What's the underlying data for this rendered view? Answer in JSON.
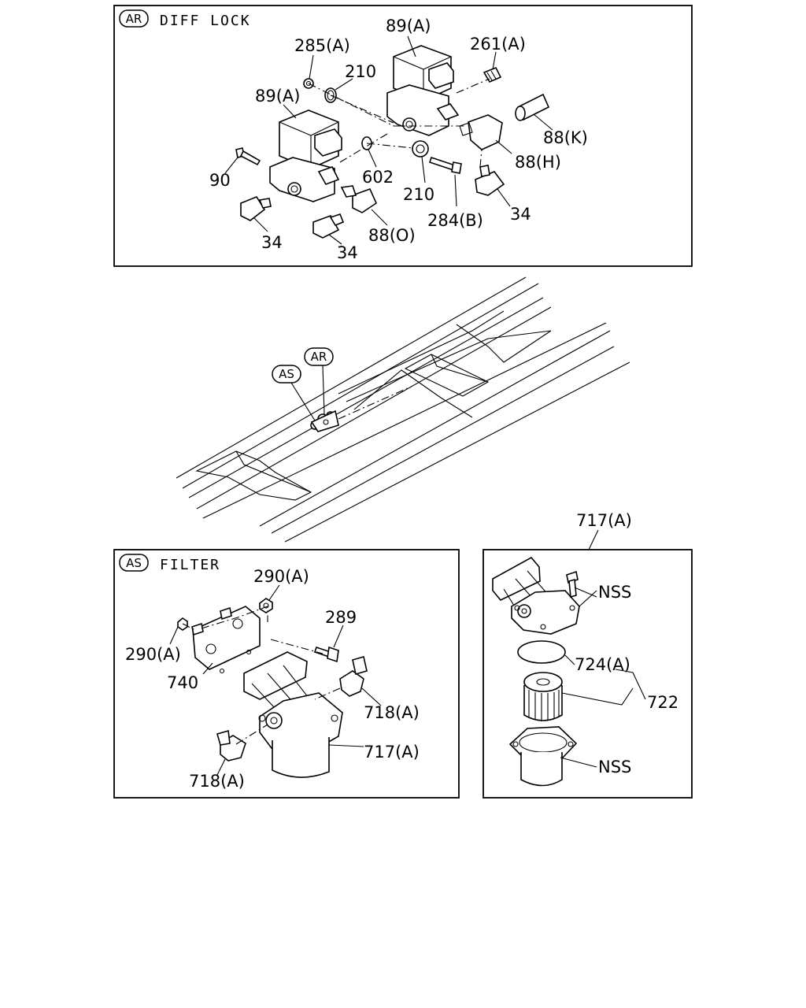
{
  "panels": {
    "diff_lock": {
      "tag": "AR",
      "title": "DIFF LOCK",
      "labels": [
        "89(A)",
        "285(A)",
        "210",
        "261(A)",
        "89(A)",
        "88(K)",
        "88(H)",
        "90",
        "602",
        "210",
        "284(B)",
        "34",
        "34",
        "34",
        "88(O)"
      ]
    },
    "frame": {
      "callouts": [
        "AR",
        "AS"
      ]
    },
    "filter": {
      "tag": "AS",
      "title": "FILTER",
      "labels": [
        "290(A)",
        "289",
        "290(A)",
        "740",
        "718(A)",
        "717(A)",
        "718(A)"
      ]
    },
    "filter_detail": {
      "header_label": "717(A)",
      "labels": [
        "NSS",
        "724(A)",
        "722",
        "NSS"
      ]
    }
  }
}
